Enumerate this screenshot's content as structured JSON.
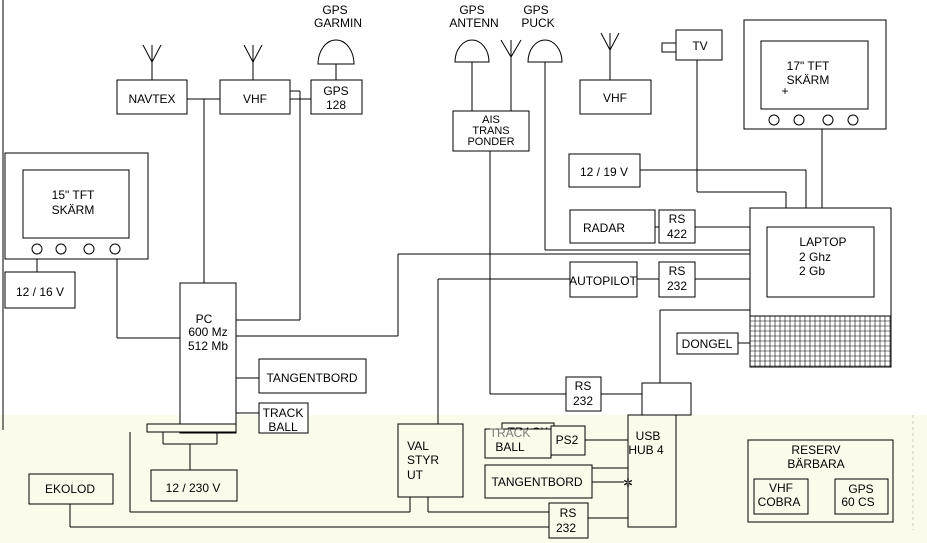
{
  "colors": {
    "background": "#ffffff",
    "lower_band": "#fbfbec",
    "ink": "#000000"
  },
  "labels": {
    "navtex": "NAVTEX",
    "vhf_top": "VHF",
    "gps128_l1": "GPS",
    "gps128_l2": "128",
    "gps_garmin_l1": "GPS",
    "gps_garmin_l2": "GARMIN",
    "gps_antenn_l1": "GPS",
    "gps_antenn_l2": "ANTENN",
    "gps_puck_l1": "GPS",
    "gps_puck_l2": "PUCK",
    "ais_l1": "AIS",
    "ais_l2": "TRANS",
    "ais_l3": "PONDER",
    "vhf_right": "VHF",
    "tv": "TV",
    "tft17_l1": "17\" TFT",
    "tft17_l2": "SKÄRM",
    "v12_19": "12 / 19 V",
    "radar": "RADAR",
    "rs422_l1": "RS",
    "rs422_l2": "422",
    "laptop_l1": "LAPTOP",
    "laptop_l2": "2 Ghz",
    "laptop_l3": "2 Gb",
    "autopilot": "AUTOPILOT",
    "rs232_ap_l1": "RS",
    "rs232_ap_l2": "232",
    "dongel": "DONGEL",
    "tft15_l1": "15\" TFT",
    "tft15_l2": "SKÄRM",
    "v12_16": "12 / 16 V",
    "pc_l1": "PC",
    "pc_l2": "600 Mz",
    "pc_l3": "512 Mb",
    "tangentbord_pc": "TANGENTBORD",
    "trackball_pc_l1": "TRACK",
    "trackball_pc_l2": "BALL",
    "rs232_mid_l1": "RS",
    "rs232_mid_l2": "232",
    "usbhub_l1": "USB",
    "usbhub_l2": "HUB 4",
    "track_ghost": "TRACK",
    "trackball_low_l1": "TRACK",
    "trackball_low_l2": "BALL",
    "ps2": "PS2",
    "tangentbord_low": "TANGENTBORD",
    "valstyrut_l1": "VAL",
    "valstyrut_l2": "STYR",
    "valstyrut_l3": "UT",
    "ekolod": "EKOLOD",
    "v12_230": "12 / 230 V",
    "rs232_bot_l1": "RS",
    "rs232_bot_l2": "232",
    "reserv_l1": "RESERV",
    "reserv_l2": "BÄRBARA",
    "vhf_cobra_l1": "VHF",
    "vhf_cobra_l2": "COBRA",
    "gps60_l1": "GPS",
    "gps60_l2": "60 CS"
  }
}
